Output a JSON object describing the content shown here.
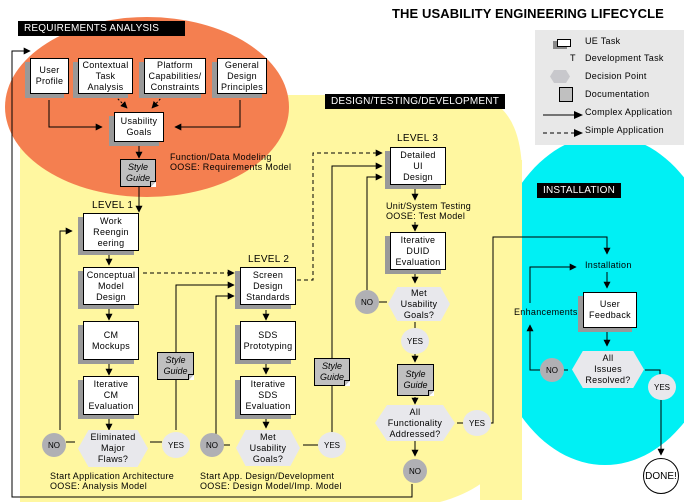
{
  "title": "THE USABILITY ENGINEERING LIFECYCLE",
  "phases": {
    "requirements": "REQUIREMENTS ANALYSIS",
    "design": "DESIGN/TESTING/DEVELOPMENT",
    "installation": "INSTALLATION"
  },
  "colors": {
    "requirements": "#f47f50",
    "design": "#fff7a0",
    "installation": "#00f0f4",
    "legend_bg": "#e8e8e8",
    "decision": "#e8e8ec",
    "no_circle": "#b0b0b4",
    "documentation": "#c0c0c0"
  },
  "legend": {
    "items": [
      {
        "icon": "ue-task-icon",
        "label": "UE Task"
      },
      {
        "icon": "development-task-icon",
        "symbol": "T",
        "label": "Development  Task"
      },
      {
        "icon": "decision-point-icon",
        "label": "Decision Point"
      },
      {
        "icon": "documentation-icon",
        "label": "Documentation"
      },
      {
        "icon": "solid-arrow-icon",
        "label": "Complex Application"
      },
      {
        "icon": "dashed-arrow-icon",
        "label": "Simple Application"
      }
    ]
  },
  "requirements": {
    "tasks": [
      "User\nProfile",
      "Contextual\nTask\nAnalysis",
      "Platform\nCapabilities/\nConstraints",
      "General\nDesign\nPrinciples"
    ],
    "goals": "Usability\nGoals",
    "style_guide": "Style\nGuide",
    "dev_task": [
      "Function/Data Modeling",
      "OOSE:  Requirements Model"
    ]
  },
  "level1": {
    "label": "LEVEL 1",
    "tasks": [
      "Work\nReengin\neering",
      "Conceptual\nModel\nDesign",
      "CM\nMockups",
      "Iterative\nCM\nEvaluation"
    ],
    "decision": "Eliminated\nMajor\nFlaws?",
    "no": "NO",
    "yes": "YES",
    "style_guide": "Style\nGuide",
    "dev_task": [
      "Start  Application Architecture",
      "OOSE:  Analysis Model"
    ]
  },
  "level2": {
    "label": "LEVEL 2",
    "tasks": [
      "Screen\nDesign\nStandards",
      "SDS\nPrototyping",
      "Iterative\nSDS\nEvaluation"
    ],
    "decision": "Met\nUsability\nGoals?",
    "no": "NO",
    "yes": "YES",
    "style_guide": "Style\nGuide",
    "dev_task": [
      "Start  App. Design/Development",
      "OOSE:  Design Model/Imp. Model"
    ]
  },
  "level3": {
    "label": "LEVEL 3",
    "tasks": [
      "Detailed\nUI\nDesign",
      "Iterative\nDUID\nEvaluation"
    ],
    "dev_task": [
      "Unit/System Testing",
      "OOSE:  Test Model"
    ],
    "decision1": "Met\nUsability\nGoals?",
    "no1": "NO",
    "yes1": "YES",
    "style_guide": "Style\nGuide",
    "decision2": "All\nFunctionality\nAddressed?",
    "yes2": "YES",
    "no2": "NO"
  },
  "installation": {
    "installation_label": "Installation",
    "feedback": "User\nFeedback",
    "enhancements": "Enhancements",
    "decision": "All\nIssues\nResolved?",
    "no": "NO",
    "yes": "YES",
    "done": "DONE!"
  }
}
